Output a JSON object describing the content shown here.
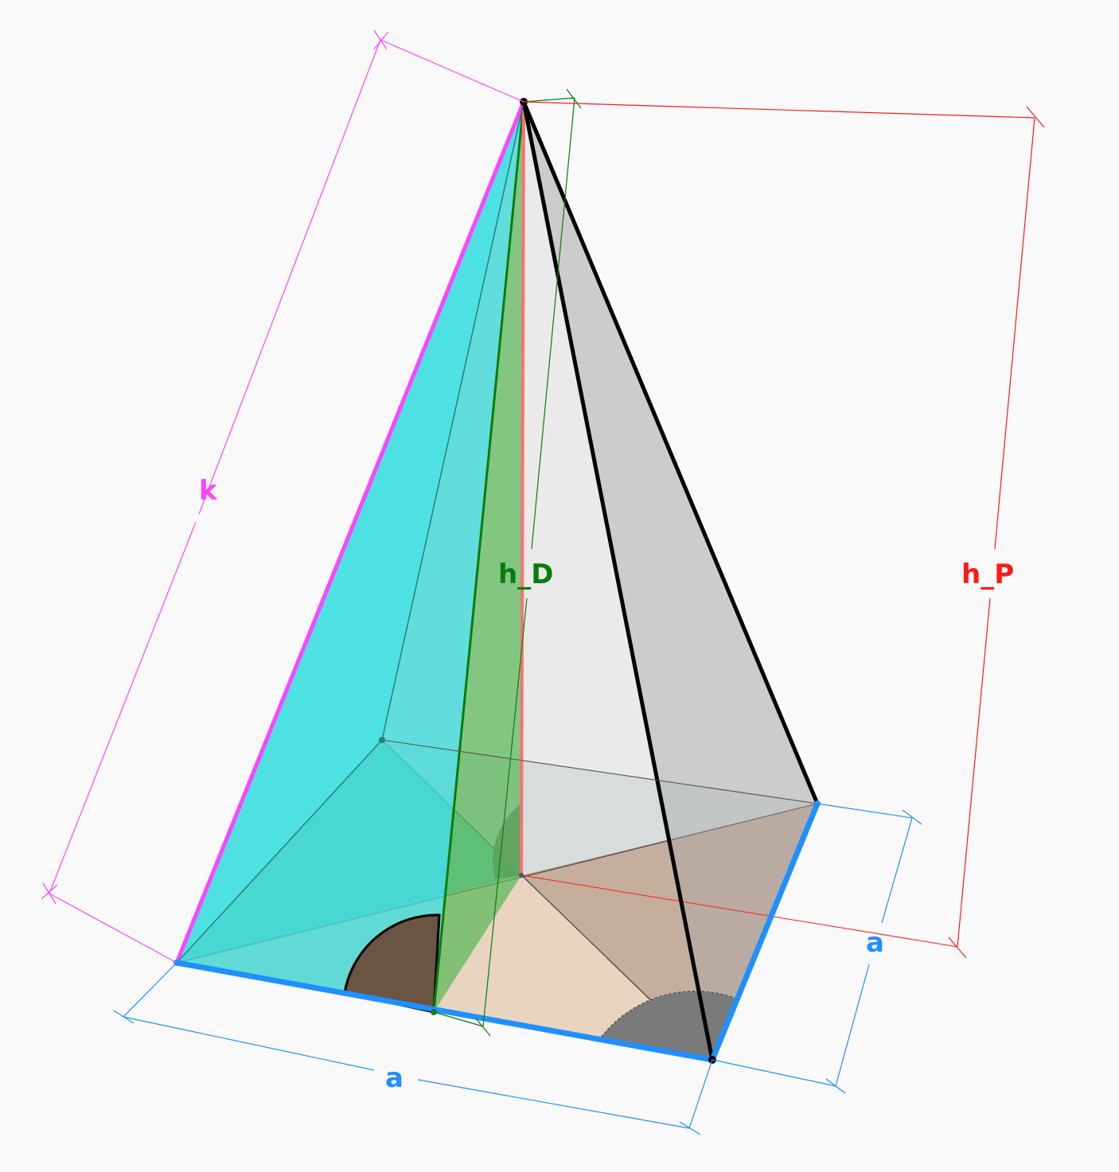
{
  "labels": {
    "k": "k",
    "h_D": "h_D",
    "h_P": "h_P",
    "a_front": "a",
    "a_side": "a"
  },
  "colors": {
    "background": "#f9f9f9",
    "k": "#ff44ff",
    "h_D": "#0a7d0a",
    "h_P": "#ff1a1a",
    "a": "#1e90ff",
    "edge_dark": "#000000"
  }
}
